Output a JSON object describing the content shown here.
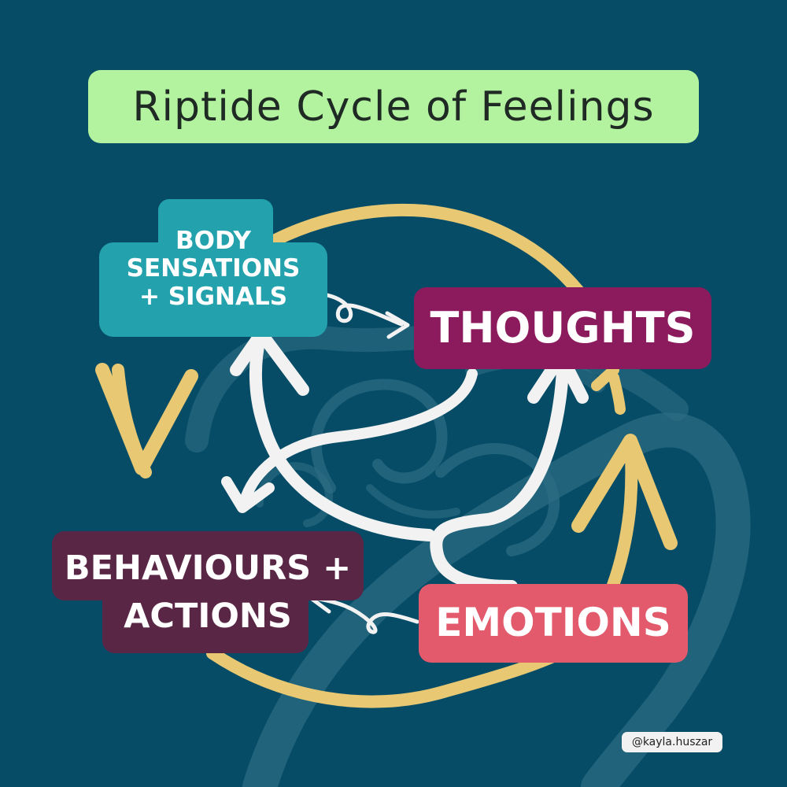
{
  "title": "Riptide Cycle of Feelings",
  "nodes": {
    "body_sensations": {
      "lines": [
        "BODY",
        "SENSATIONS",
        "+ SIGNALS"
      ],
      "color": "#23a1ad"
    },
    "thoughts": {
      "label": "THOUGHTS",
      "color": "#8c1b5d"
    },
    "behaviours": {
      "lines": [
        "BEHAVIOURS +",
        "ACTIONS"
      ],
      "color": "#5a2645"
    },
    "emotions": {
      "label": "EMOTIONS",
      "color": "#e25a6b"
    }
  },
  "credit": "@kayla.huszar",
  "colors": {
    "background": "#064c66",
    "title_box": "#b3f29e",
    "cycle_arrows": "#e8c872",
    "connector_arrows": "#f2f2f2",
    "wave_decoration": "#2d6e84"
  }
}
